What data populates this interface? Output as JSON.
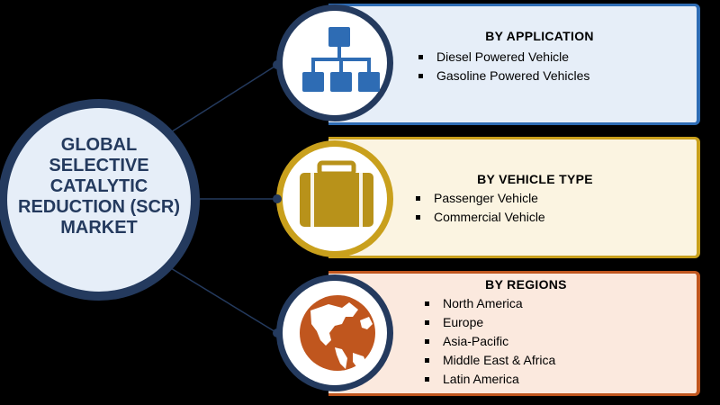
{
  "main_title": {
    "lines": [
      "GLOBAL",
      "SELECTIVE",
      "CATALYTIC",
      "REDUCTION (SCR)",
      "MARKET"
    ]
  },
  "colors": {
    "background": "#000000",
    "navy": "#243a5e",
    "blue_accent": "#2e6cb4",
    "gold_accent": "#c9a01c",
    "orange_accent": "#c0561e",
    "panel_blue": "#e6eef8",
    "panel_gold": "#fbf4e1",
    "panel_orange": "#fbe9de"
  },
  "segments": [
    {
      "title": "BY APPLICATION",
      "icon": "hierarchy-icon",
      "items": [
        "Diesel Powered Vehicle",
        "Gasoline Powered Vehicles"
      ]
    },
    {
      "title": "BY VEHICLE TYPE",
      "icon": "briefcase-icon",
      "items": [
        "Passenger Vehicle",
        "Commercial Vehicle"
      ]
    },
    {
      "title": "BY REGIONS",
      "icon": "globe-icon",
      "items": [
        "North America",
        "Europe",
        "Asia-Pacific",
        "Middle East & Africa",
        "Latin America"
      ]
    }
  ]
}
